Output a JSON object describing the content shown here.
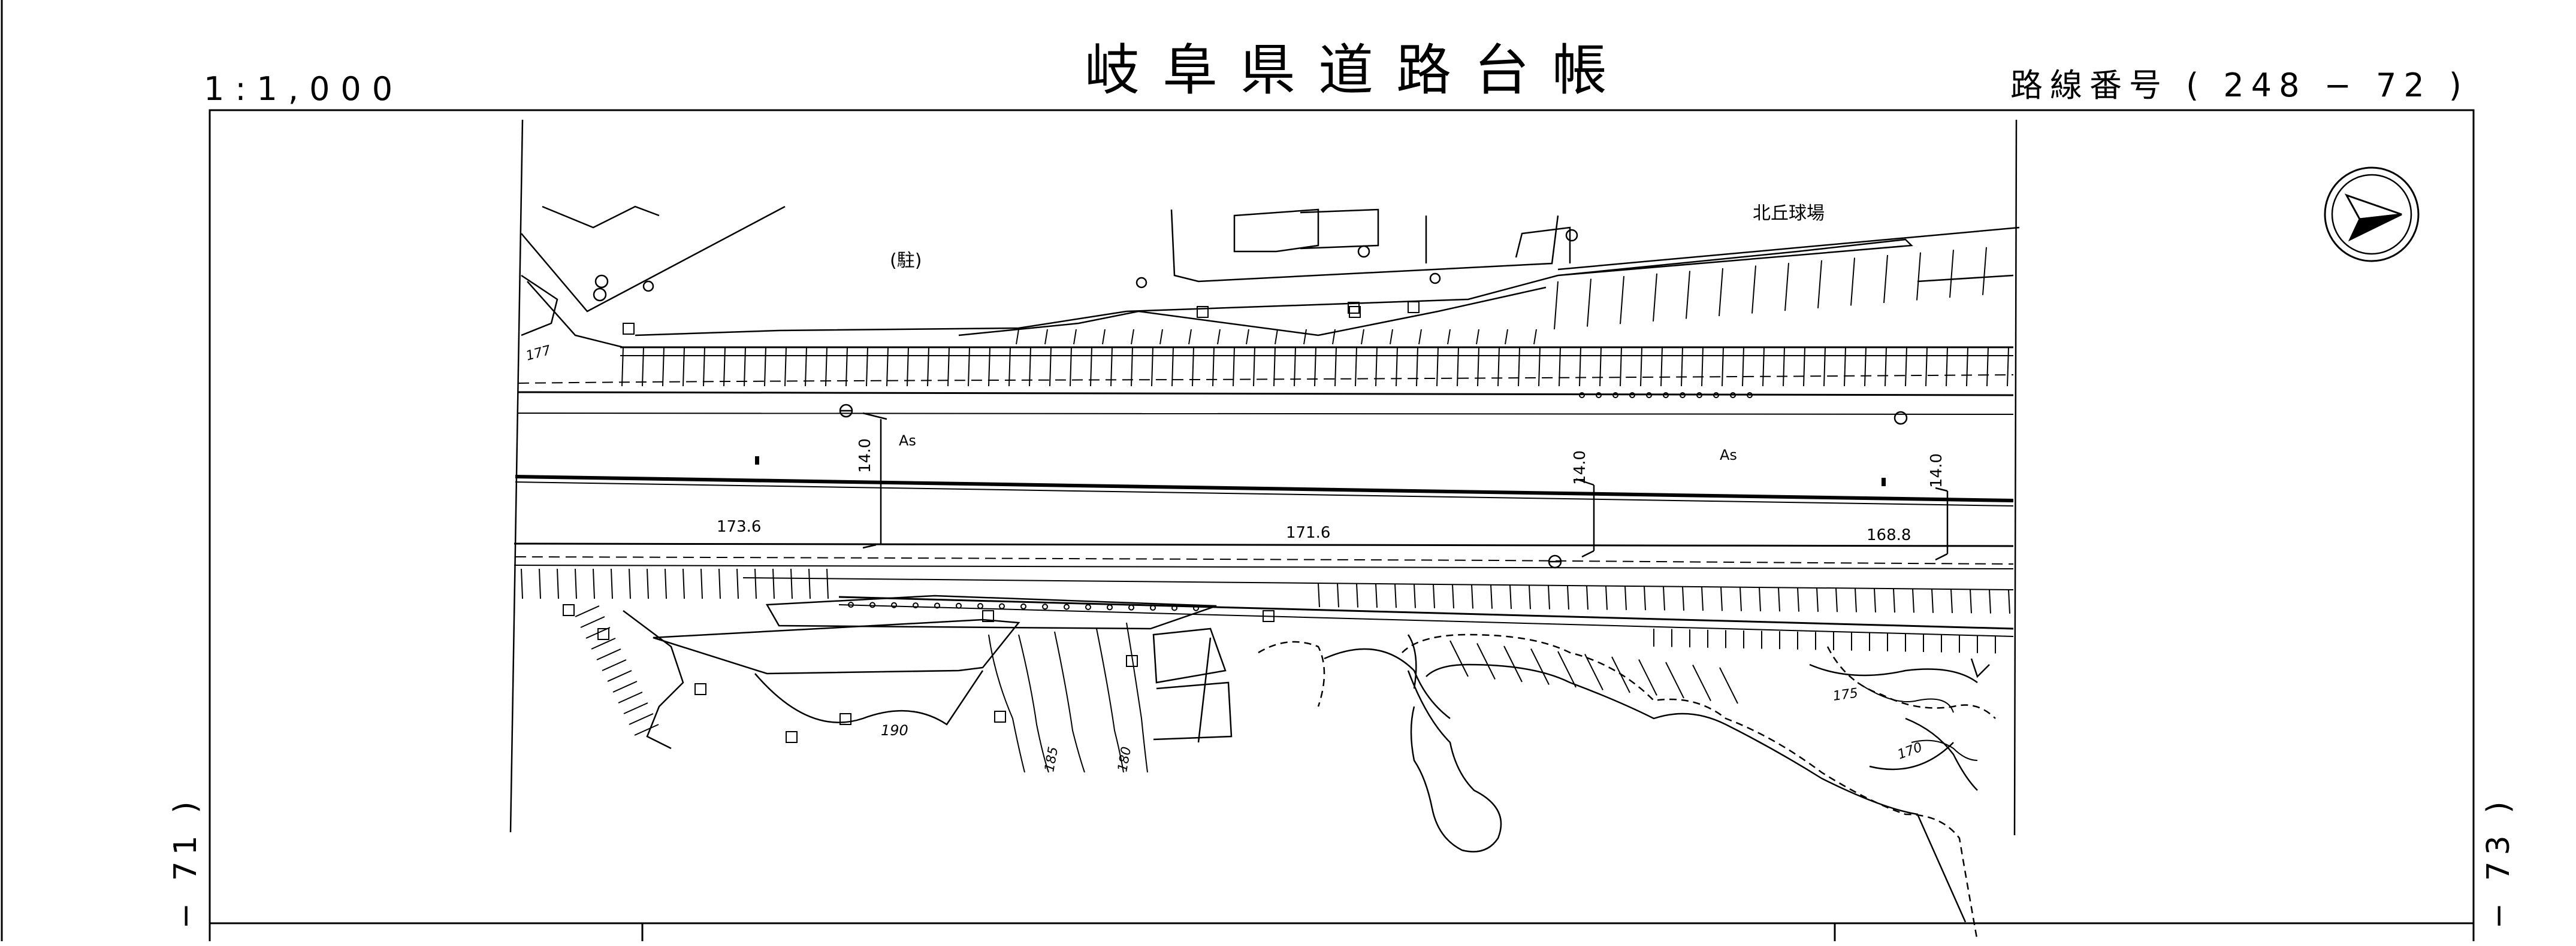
{
  "sheet": {
    "title": "岐阜県道路台帳",
    "scale": "1:1,000",
    "route_number": "路線番号 ( 248 − 72 )",
    "adjacent_left": "− 71 )",
    "adjacent_right": "− 73 )"
  },
  "map_labels": {
    "baseball_field": "北丘球場",
    "parking": "(駐)",
    "pavement_left": "As",
    "pavement_right": "As",
    "width_1": "14.0",
    "width_2": "14.0",
    "width_3": "14.0",
    "elev_1": "173.6",
    "elev_2": "171.6",
    "elev_3": "168.8",
    "contour_177": "177",
    "contour_190": "190",
    "contour_185": "185",
    "contour_180": "180",
    "contour_175": "175",
    "contour_170": "170"
  },
  "north_arrow": {
    "icon": "north-arrow-icon"
  }
}
